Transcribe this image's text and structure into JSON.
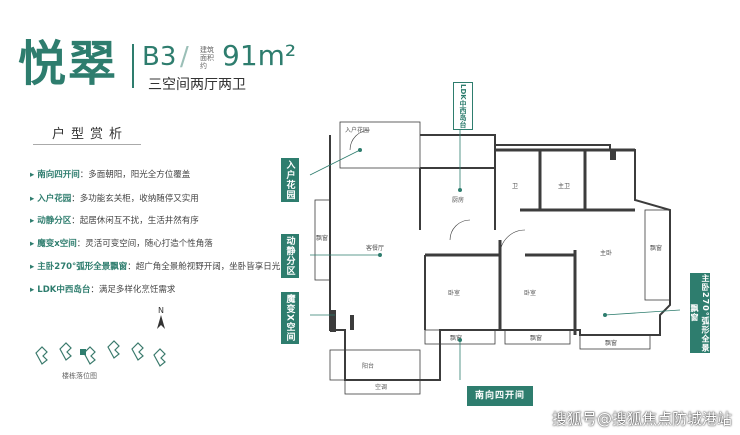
{
  "header": {
    "title": "悦翠",
    "type_code": "B3",
    "area_label": "建筑面积",
    "area_approx": "约",
    "area_value": "91m²",
    "subtitle": "三空间两厅两卫"
  },
  "section": {
    "title": "户型赏析"
  },
  "features": [
    {
      "name": "南向四开间",
      "desc": "：多面朝阳，阳光全方位覆盖"
    },
    {
      "name": "入户花园",
      "desc": "：多功能玄关柜，收纳随停又实用"
    },
    {
      "name": "动静分区",
      "desc": "：起居休闲互不扰，生活井然有序"
    },
    {
      "name": "魔变x空间",
      "desc": "：灵活可变空间，随心打造个性角落"
    },
    {
      "name": "主卧270°弧形全景飘窗",
      "desc": "：超广角全景舱视野开阔，坐卧皆享日光"
    },
    {
      "name": "LDK中西岛台",
      "desc": "：满足多样化烹饪需求"
    }
  ],
  "building_caption": "楼栋落位图",
  "compass_letter": "N",
  "tags": {
    "ldk": "LDK中西岛台",
    "entry_garden": "入户花园",
    "zoning": "动静分区",
    "magic_space": "魔变X空间",
    "master_window": "主卧270°弧形全景飘窗",
    "south": "南向四开间"
  },
  "rooms": {
    "entry_garden": "入户花园",
    "kitchen": "厨房",
    "bath1": "卫",
    "bath2": "主卫",
    "living": "客餐厅",
    "bay1": "飘窗",
    "bay2": "飘窗",
    "bay3": "飘窗",
    "bay4": "飘窗",
    "bay5": "飘窗",
    "bedroom1": "卧室",
    "bedroom2": "卧室",
    "master": "主卧",
    "balcony": "阳台",
    "ac": "空调"
  },
  "watermark": "搜狐号@搜狐焦点防城港站",
  "colors": {
    "brand": "#2e7d6e",
    "wall": "#3c3c3c"
  }
}
